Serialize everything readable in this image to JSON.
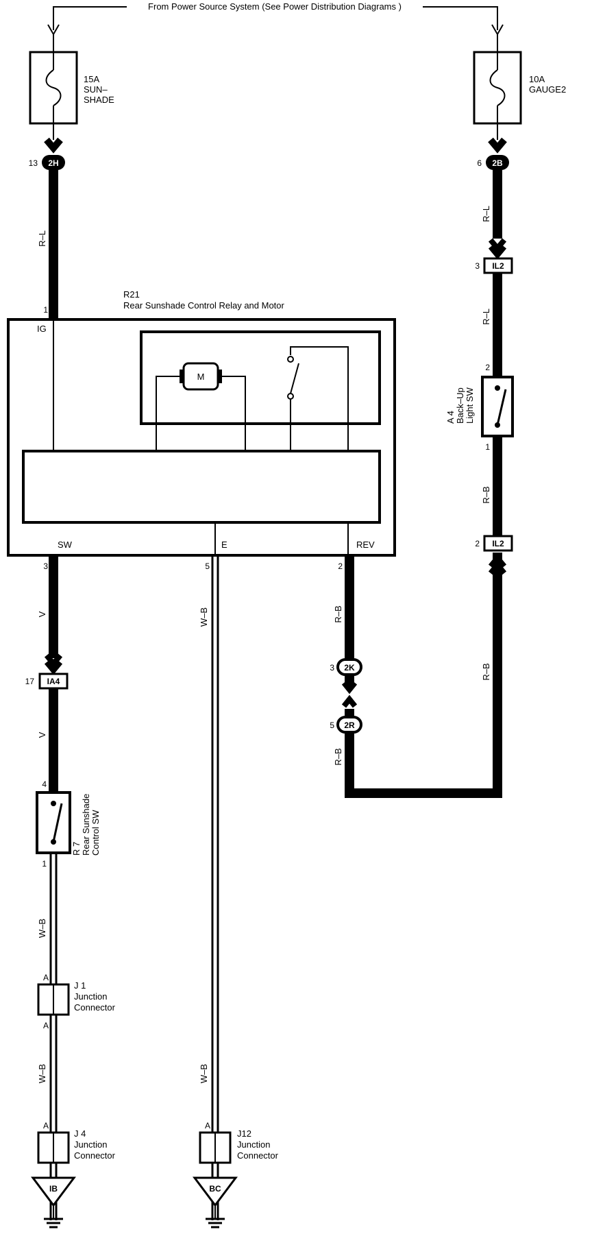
{
  "header": {
    "power_source": "From Power Source System (See Power Distribution Diagrams )"
  },
  "fuses": {
    "left": {
      "line1": "15A",
      "line2": "SUN–",
      "line3": "SHADE"
    },
    "right": {
      "line1": "10A",
      "line2": "GAUGE2"
    }
  },
  "connectors": {
    "c2h": {
      "label": "2H",
      "pin": "13"
    },
    "c2b": {
      "label": "2B",
      "pin": "6"
    },
    "il2_top": {
      "label": "IL2",
      "pin": "3"
    },
    "il2_bottom": {
      "label": "IL2",
      "pin": "2"
    },
    "ia4": {
      "label": "IA4",
      "pin": "17"
    },
    "c2k": {
      "label": "2K",
      "pin": "3"
    },
    "c2r": {
      "label": "2R",
      "pin": "5"
    }
  },
  "relay": {
    "code": "R21",
    "name": "Rear Sunshade Control Relay and Motor",
    "pin_ig": "1",
    "term_ig": "IG",
    "motor": "M",
    "term_sw": "SW",
    "term_e": "E",
    "term_rev": "REV",
    "pin_sw": "3",
    "pin_e": "5",
    "pin_rev": "2"
  },
  "backup_sw": {
    "code": "A 4",
    "line1": "Back–Up",
    "line2": "Light SW",
    "pin_top": "2",
    "pin_bottom": "1"
  },
  "sunshade_sw": {
    "code": "R 7",
    "line1": "Rear Sunshade",
    "line2": "Control SW",
    "pin_top": "4",
    "pin_bottom": "1"
  },
  "junctions": {
    "j1": {
      "code": "J 1",
      "line1": "Junction",
      "line2": "Connector",
      "pin_top": "A",
      "pin_bottom": "A"
    },
    "j4": {
      "code": "J 4",
      "line1": "Junction",
      "line2": "Connector",
      "pin_top": "A"
    },
    "j12": {
      "code": "J12",
      "line1": "Junction",
      "line2": "Connector",
      "pin_top": "A"
    }
  },
  "grounds": {
    "left": "IB",
    "mid": "BC"
  },
  "wires": {
    "rl_1": "R–L",
    "rl_2": "R–L",
    "rl_3": "R–L",
    "v_1": "V",
    "v_2": "V",
    "wb_1": "W–B",
    "wb_2": "W–B",
    "wb_3": "W–B",
    "wb_4": "W–B",
    "rb_1": "R–B",
    "rb_2": "R–B",
    "rb_3": "R–B",
    "rb_4": "R–B"
  }
}
